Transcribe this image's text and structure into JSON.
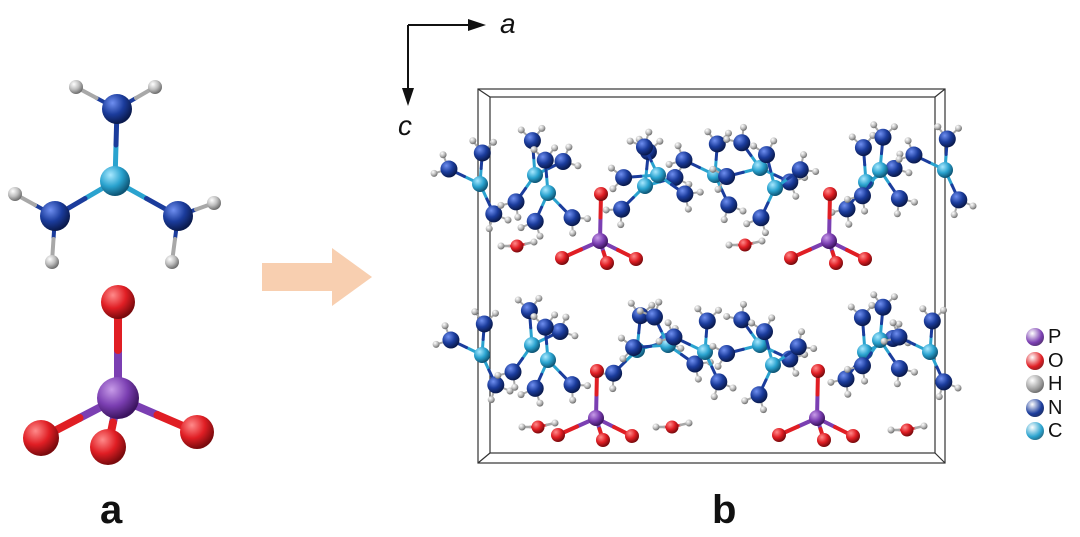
{
  "panels": {
    "a_label": "a",
    "b_label": "b"
  },
  "axes": {
    "horizontal": "a",
    "vertical": "c"
  },
  "legend": [
    {
      "symbol": "P",
      "color": "#7b3fb2"
    },
    {
      "symbol": "O",
      "color": "#e01e24"
    },
    {
      "symbol": "H",
      "color": "#9a9a9a"
    },
    {
      "symbol": "N",
      "color": "#1b3c9c"
    },
    {
      "symbol": "C",
      "color": "#2aa3cf"
    }
  ],
  "colors": {
    "P": "#7b3fb2",
    "O": "#e01e24",
    "H": "#a8a8a8",
    "N": "#1b3c9c",
    "C": "#2aa3cf",
    "arrow": "#f8cfb0"
  }
}
